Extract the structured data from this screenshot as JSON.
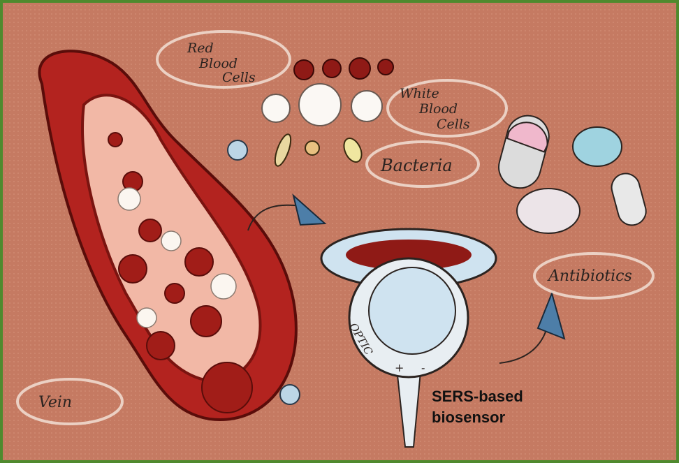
{
  "labels": {
    "red_blood_cells": [
      "Red",
      "Blood",
      "Cells"
    ],
    "white_blood_cells": [
      "White",
      "Blood",
      "Cells"
    ],
    "bacteria": "Bacteria",
    "antibiotics": "Antibiotics",
    "vein": "Vein",
    "biosensor": [
      "SERS-based",
      "biosensor"
    ],
    "lens_text": "OPTIC",
    "lens_plus": "+",
    "lens_minus": "-"
  },
  "colors": {
    "border": "#4f8a2e",
    "background": "#c57a62",
    "vein": "#b3231f",
    "blood_cell": "#a11d18"
  }
}
